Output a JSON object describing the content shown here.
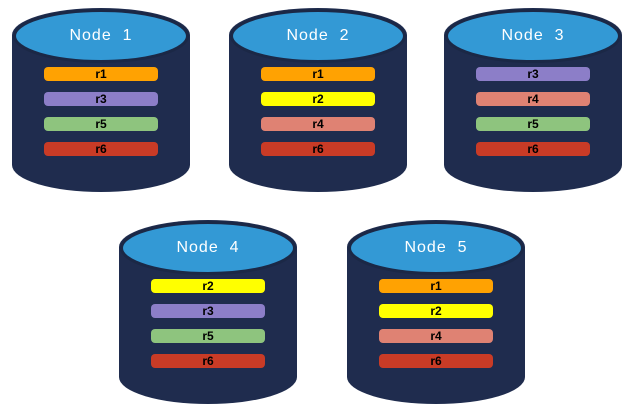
{
  "diagram": {
    "description": "Five database nodes with replicated partitions",
    "colors": {
      "cylinder_body": "#1F2C4E",
      "cylinder_top": "#3399D5",
      "cylinder_outline": "#1B2846",
      "title_text": "#FFFFFF",
      "bar_text": "#000000",
      "r1": "#FFA202",
      "r2": "#FFFF00",
      "r3": "#8C7EC8",
      "r4": "#DF8273",
      "r5": "#8EC47E",
      "r6": "#C93B26"
    },
    "nodes": [
      {
        "title": "Node  1",
        "bars": [
          {
            "label": "r1",
            "color": "#FFA202"
          },
          {
            "label": "r3",
            "color": "#8C7EC8"
          },
          {
            "label": "r5",
            "color": "#8EC47E"
          },
          {
            "label": "r6",
            "color": "#C93B26"
          }
        ]
      },
      {
        "title": "Node  2",
        "bars": [
          {
            "label": "r1",
            "color": "#FFA202"
          },
          {
            "label": "r2",
            "color": "#FFFF00"
          },
          {
            "label": "r4",
            "color": "#DF8273"
          },
          {
            "label": "r6",
            "color": "#C93B26"
          }
        ]
      },
      {
        "title": "Node  3",
        "bars": [
          {
            "label": "r3",
            "color": "#8C7EC8"
          },
          {
            "label": "r4",
            "color": "#DF8273"
          },
          {
            "label": "r5",
            "color": "#8EC47E"
          },
          {
            "label": "r6",
            "color": "#C93B26"
          }
        ]
      },
      {
        "title": "Node  4",
        "bars": [
          {
            "label": "r2",
            "color": "#FFFF00"
          },
          {
            "label": "r3",
            "color": "#8C7EC8"
          },
          {
            "label": "r5",
            "color": "#8EC47E"
          },
          {
            "label": "r6",
            "color": "#C93B26"
          }
        ]
      },
      {
        "title": "Node  5",
        "bars": [
          {
            "label": "r1",
            "color": "#FFA202"
          },
          {
            "label": "r2",
            "color": "#FFFF00"
          },
          {
            "label": "r4",
            "color": "#DF8273"
          },
          {
            "label": "r6",
            "color": "#C93B26"
          }
        ]
      }
    ]
  }
}
